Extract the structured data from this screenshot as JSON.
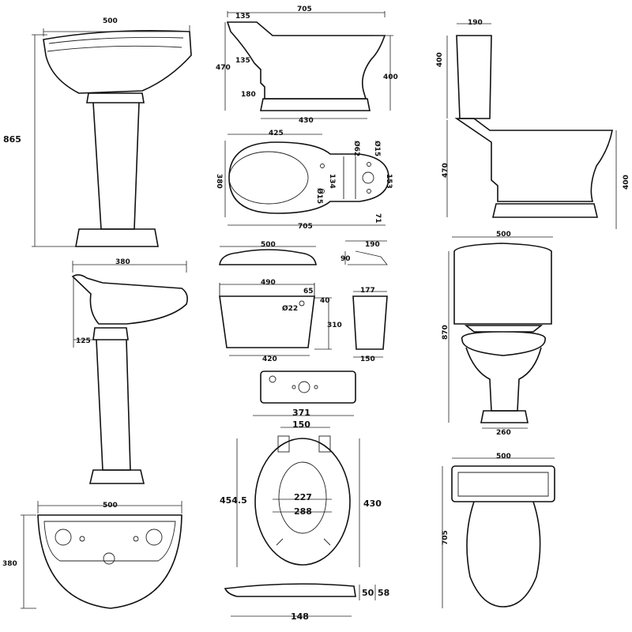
{
  "basin_front": {
    "width": "500",
    "height": "865"
  },
  "basin_side": {
    "depth": "380",
    "offset": "125"
  },
  "basin_top": {
    "width": "500",
    "depth": "380"
  },
  "pan_side": {
    "length": "705",
    "inlet1": "135",
    "inlet2": "135",
    "height": "470",
    "outlet": "180",
    "rim": "400",
    "base": "430"
  },
  "pan_plan": {
    "to_fix": "425",
    "fix_hole": "Ø15",
    "fix_spacing": "134",
    "inlet_dia": "Ø62",
    "cistern_hole": "Ø15",
    "cistern_spacing": "153",
    "back": "71",
    "width": "380",
    "length": "705"
  },
  "cistern_lid": {
    "length": "500",
    "depth": "190",
    "height": "90"
  },
  "cistern_front": {
    "top": "490",
    "overflow_offset": "65",
    "overflow_drop": "40",
    "overflow_dia": "Ø22",
    "height": "310",
    "bottom": "420"
  },
  "cistern_side": {
    "top": "177",
    "bottom": "150"
  },
  "seat": {
    "width": "371",
    "hinge": "150",
    "length": "454.5",
    "inner_width": "227",
    "inner_length": "288",
    "pan_length": "430",
    "thick1": "50",
    "thick2": "58",
    "depth": "148"
  },
  "closecoupled": {
    "cistern_depth": "190",
    "cistern_h": "400",
    "pan_h": "470",
    "rim_h": "400",
    "cistern_w": "500",
    "total_h": "870",
    "base_w": "260",
    "top_w": "500",
    "length": "705"
  }
}
